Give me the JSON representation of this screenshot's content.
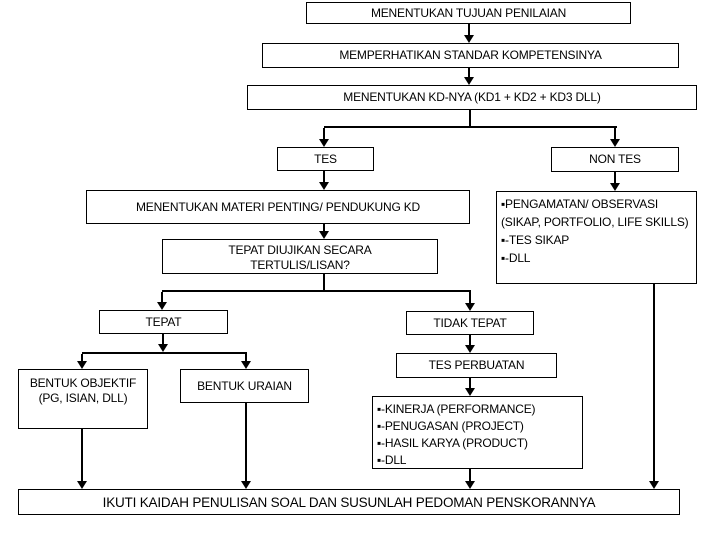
{
  "colors": {
    "background": "#ffffff",
    "box_fill": "#ffffff",
    "line": "#000000",
    "text": "#000000"
  },
  "nodes": {
    "tujuan": "MENENTUKAN TUJUAN PENILAIAN",
    "standar": "MEMPERHATIKAN STANDAR KOMPETENSINYA",
    "kd": "MENENTUKAN KD-NYA (KD1 + KD2 + KD3 DLL)",
    "tes": "TES",
    "non_tes": "NON TES",
    "materi": "MENENTUKAN MATERI PENTING/ PENDUKUNG KD",
    "tepat_diujikan": {
      "lines": [
        "TEPAT DIUJIKAN SECARA",
        "TERTULIS/LISAN?"
      ]
    },
    "tepat": "TEPAT",
    "tidak_tepat": "TIDAK TEPAT",
    "tes_perbuatan": "TES PERBUATAN",
    "bentuk_objektif": {
      "lines": [
        "BENTUK OBJEKTIF",
        "(PG, ISIAN, DLL)"
      ]
    },
    "bentuk_uraian": "BENTUK URAIAN",
    "non_tes_detail": {
      "items": [
        "▪PENGAMATAN/ OBSERVASI (SIKAP, PORTFOLIO, LIFE SKILLS)",
        "▪-TES SIKAP",
        "▪-DLL"
      ]
    },
    "tes_perbuatan_detail": {
      "items": [
        "▪-KINERJA (PERFORMANCE)",
        "▪-PENUGASAN (PROJECT)",
        "▪-HASIL KARYA (PRODUCT)",
        "▪-DLL"
      ]
    },
    "kaidah": "IKUTI KAIDAH PENULISAN SOAL DAN SUSUNLAH PEDOMAN PENSKORANNYA"
  }
}
